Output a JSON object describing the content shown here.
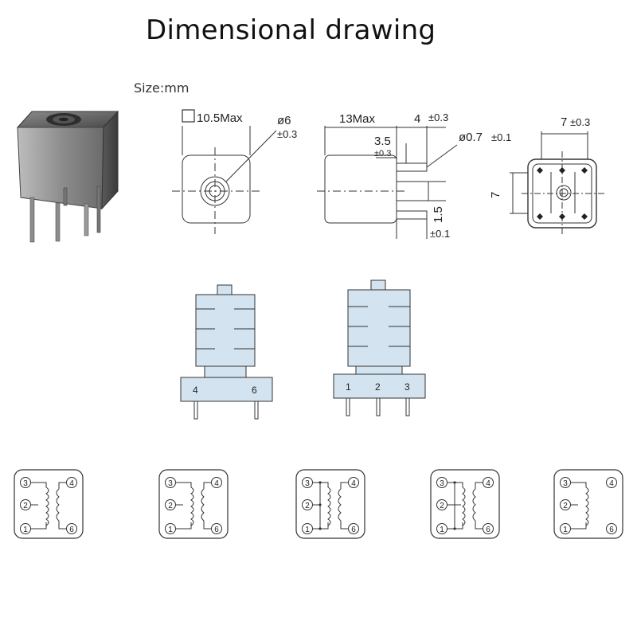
{
  "title": "Dimensional drawing",
  "size_label": "Size:mm",
  "front_view": {
    "width_label": "10.5Max",
    "diameter_label": "ø6",
    "diameter_tol": "±0.3"
  },
  "side_view": {
    "length_label": "13Max",
    "pin_offset_label": "4",
    "pin_offset_tol": "±0.3",
    "pin_height_label": "3.5",
    "pin_height_tol": "±0.3",
    "pin_diameter_label": "ø0.7",
    "pin_diameter_tol": "±0.1",
    "pin_length_label": "1.5",
    "pin_length_tol": "±0.1"
  },
  "bottom_view": {
    "width_label": "7",
    "width_tol": "±0.3",
    "height_label": "7"
  },
  "coil_left": {
    "pin_labels": [
      "4",
      "6"
    ]
  },
  "coil_right": {
    "pin_labels": [
      "1",
      "2",
      "3"
    ]
  },
  "schematics": [
    {
      "pins": [
        "3",
        "4",
        "2",
        "1",
        "6"
      ]
    },
    {
      "pins": [
        "3",
        "4",
        "2",
        "1",
        "6"
      ]
    },
    {
      "pins": [
        "3",
        "4",
        "2",
        "1",
        "6"
      ]
    },
    {
      "pins": [
        "3",
        "4",
        "2",
        "1",
        "6"
      ]
    },
    {
      "pins": [
        "3",
        "4",
        "2",
        "1",
        "6"
      ]
    }
  ],
  "colors": {
    "coil_fill": "#d3e3ef",
    "line": "#333333"
  }
}
